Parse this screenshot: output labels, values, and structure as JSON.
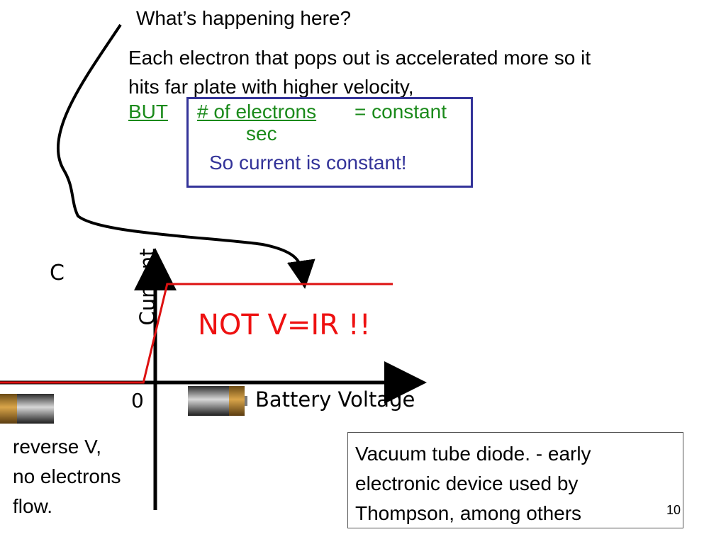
{
  "slide": {
    "title": "What’s happening here?",
    "explanation_lines": [
      "Each electron that pops out is accelerated more so it",
      "hits far plate with higher velocity,"
    ],
    "but_label": "BUT",
    "fraction_numerator": "# of electrons",
    "fraction_equals": "= constant",
    "fraction_denominator": "sec",
    "box_note": "So current is constant!",
    "slide_number": "10"
  },
  "chart_data": {
    "type": "line",
    "y_axis_label": "Current",
    "y_axis_letter": "C",
    "x_axis_label": "Battery Voltage",
    "origin_label": "0",
    "annotation": "NOT V=IR !!",
    "series": [
      {
        "x": [
          -10,
          -0.5,
          0.5,
          10
        ],
        "y": [
          0,
          0,
          1,
          1
        ]
      }
    ],
    "xlim": [
      -10,
      10
    ],
    "ylim": [
      0,
      1
    ],
    "grid": false,
    "line_color": "#dd1111"
  },
  "notes": {
    "reverse_lines": [
      "reverse V,",
      "no electrons",
      "flow."
    ],
    "vacuum_tube_lines": [
      "Vacuum tube diode. - early",
      "electronic device used by",
      "Thompson, among others"
    ]
  },
  "colors": {
    "green": "#1a8a1a",
    "box_border": "#333399",
    "red": "#ee1111"
  },
  "icons": {
    "left": "battery-icon",
    "right": "battery-icon"
  }
}
